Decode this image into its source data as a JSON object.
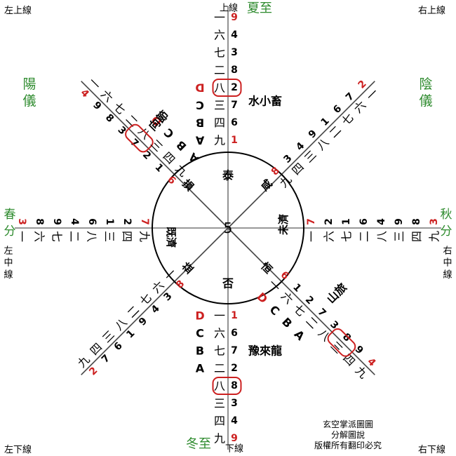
{
  "corners": {
    "top_left": "左上線",
    "top_right": "右上線",
    "bottom_left": "左下線",
    "bottom_right": "右下線"
  },
  "axis_labels": {
    "top": "上線",
    "bottom": "下線",
    "left_middle": "左中線",
    "right_middle": "右中線"
  },
  "seasons": {
    "summer": "夏至",
    "winter": "冬至",
    "spring": "春分",
    "autumn": "秋分",
    "yang": "陽儀",
    "yin": "陰儀"
  },
  "center_number": "5",
  "hexagram_names": {
    "tai": "泰",
    "pi": "否",
    "jiji": "既濟",
    "weiji": "未濟",
    "sun": "損",
    "xian": "咸",
    "yi": "益",
    "heng": "恒"
  },
  "lines": {
    "north": {
      "trigrams": [
        "一",
        "六",
        "七",
        "二",
        "八",
        "三",
        "四",
        "九"
      ],
      "numbers": [
        "9",
        "4",
        "3",
        "8",
        "2",
        "7",
        "6",
        "1"
      ],
      "highlight_index": 4,
      "letters": [
        "D",
        "C",
        "B",
        "A"
      ],
      "label": "水小畜"
    },
    "south": {
      "trigrams": [
        "九",
        "四",
        "三",
        "八",
        "二",
        "七",
        "六",
        "一"
      ],
      "numbers": [
        "9",
        "4",
        "3",
        "8",
        "2",
        "7",
        "6",
        "1"
      ],
      "highlight_index": 3,
      "letters": [
        "A",
        "B",
        "C",
        "D"
      ],
      "label": "豫來龍"
    },
    "west": {
      "trigrams": [
        "一",
        "六",
        "七",
        "二",
        "八",
        "三",
        "四",
        "九"
      ],
      "numbers": [
        "3",
        "8",
        "9",
        "4",
        "6",
        "1",
        "2",
        "7"
      ]
    },
    "east": {
      "trigrams": [
        "九",
        "四",
        "三",
        "八",
        "二",
        "七",
        "六",
        "一"
      ],
      "numbers": [
        "3",
        "8",
        "9",
        "4",
        "6",
        "1",
        "2",
        "7"
      ]
    },
    "northwest": {
      "trigrams": [
        "一",
        "六",
        "七",
        "二",
        "八",
        "三",
        "四",
        "九"
      ],
      "numbers": [
        "4",
        "9",
        "8",
        "3",
        "7",
        "2",
        "1",
        "6"
      ],
      "highlight_index": 4,
      "letters": [
        "D",
        "C",
        "B",
        "A"
      ],
      "label": "向節"
    },
    "northeast": {
      "trigrams": [
        "一",
        "六",
        "七",
        "二",
        "八",
        "三",
        "四",
        "九"
      ],
      "numbers": [
        "2",
        "7",
        "6",
        "1",
        "9",
        "4",
        "3",
        "8"
      ]
    },
    "southwest": {
      "trigrams": [
        "九",
        "四",
        "三",
        "八",
        "二",
        "七",
        "六",
        "一"
      ],
      "numbers": [
        "2",
        "7",
        "6",
        "1",
        "9",
        "4",
        "3",
        "8"
      ]
    },
    "southeast": {
      "trigrams": [
        "九",
        "四",
        "三",
        "八",
        "二",
        "七",
        "六",
        "一"
      ],
      "numbers": [
        "4",
        "9",
        "8",
        "3",
        "7",
        "2",
        "1",
        "6"
      ],
      "highlight_index": 2,
      "letters": [
        "A",
        "B",
        "C",
        "D"
      ],
      "label": "山旅"
    }
  },
  "footer": [
    "玄空掌派圖圖",
    "分解圖說",
    "版權所有翻印必究"
  ],
  "colors": {
    "green": "#2e8b2e",
    "red": "#cc2020",
    "black": "#000000",
    "gray_line": "#888888"
  }
}
